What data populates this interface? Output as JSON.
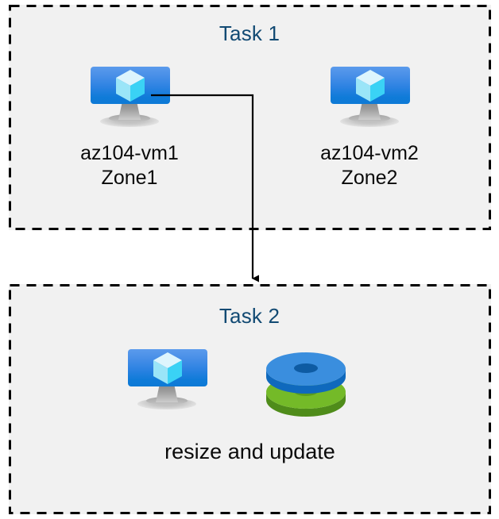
{
  "diagram": {
    "title": "Azure VM tasks diagram",
    "background_color": "#ffffff",
    "container_fill": "#f1f1f1",
    "container_border_color": "#000000",
    "title_color": "#124a73",
    "label_color": "#0a0a0a",
    "connector_color": "#000000"
  },
  "task1": {
    "title": "Task 1",
    "nodes": [
      {
        "icon": "virtual-machine-icon",
        "label_line1": "az104-vm1",
        "label_line2": "Zone1"
      },
      {
        "icon": "virtual-machine-icon",
        "label_line1": "az104-vm2",
        "label_line2": "Zone2"
      }
    ]
  },
  "task2": {
    "title": "Task 2",
    "nodes": [
      {
        "icon": "virtual-machine-icon"
      },
      {
        "icon": "disks-icon"
      }
    ],
    "caption": "resize and update"
  },
  "connector": {
    "from": "az104-vm1",
    "to": "Task 2",
    "style": "elbow-arrow",
    "arrowhead": "down"
  },
  "colors": {
    "vm_screen_top": "#5b9bec",
    "vm_screen_bottom": "#0e7ad6",
    "vm_cube_light": "#d6f2fd",
    "vm_cube_mid": "#86e0f7",
    "vm_cube_dark": "#32cdf2",
    "vm_stand_gray": "#b9b9b9",
    "disk_blue_top": "#3a8ede",
    "disk_blue_side": "#1673c8",
    "disk_blue_hole": "#0e5ba3",
    "disk_green_top": "#74ba28",
    "disk_green_side": "#5a9c1e",
    "disk_green_hole": "#5a9c1e"
  }
}
